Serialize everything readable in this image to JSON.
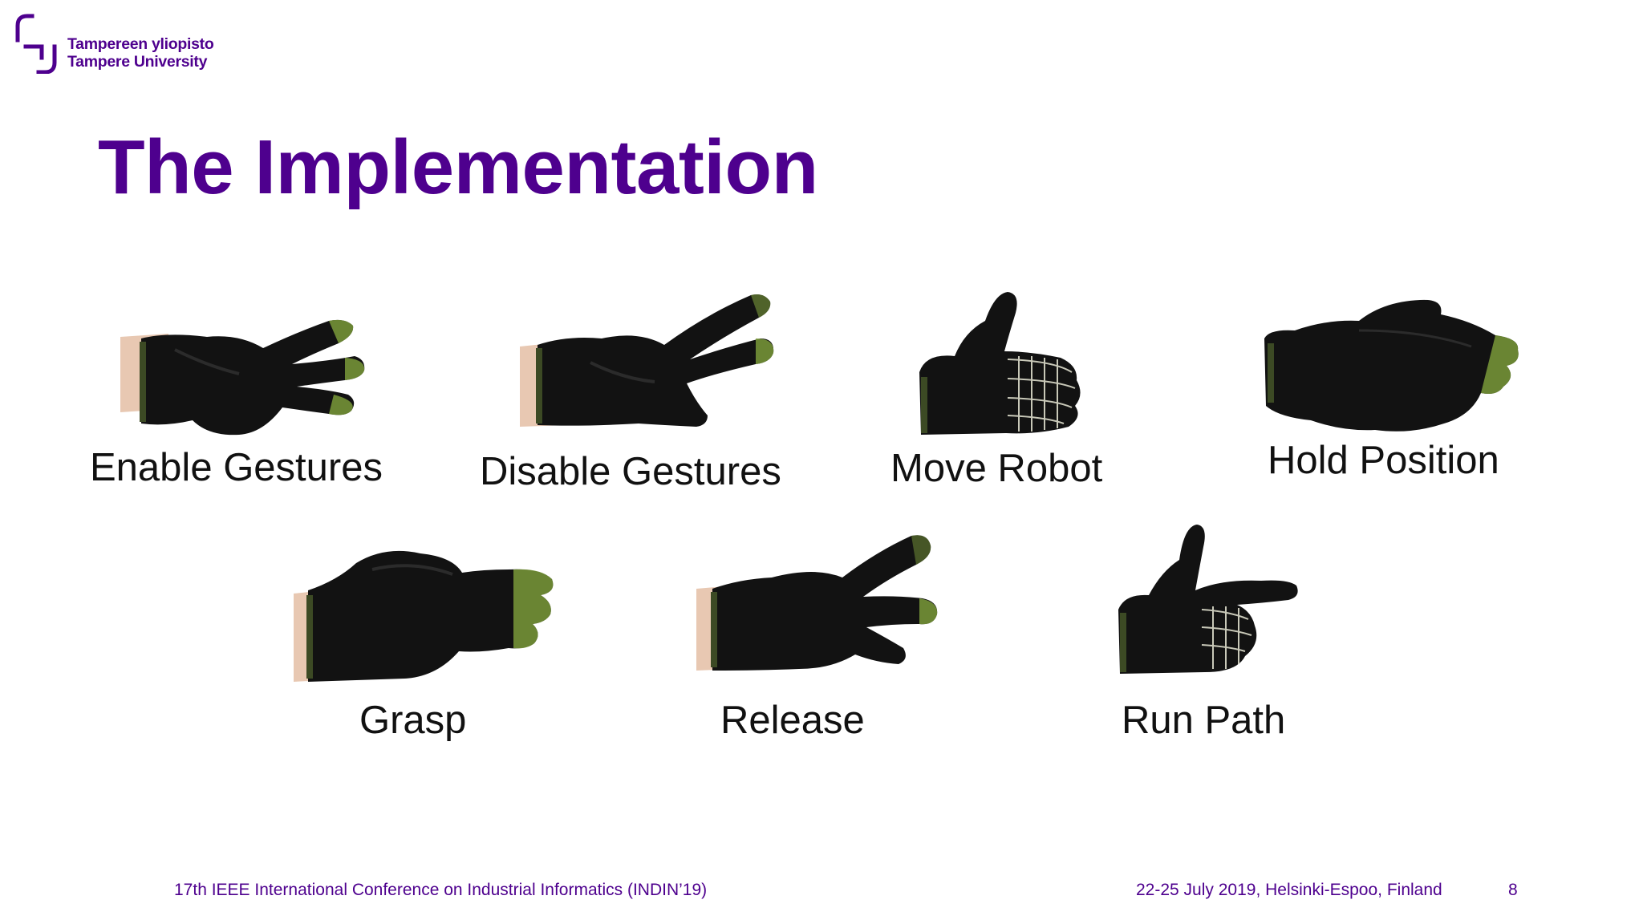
{
  "logo": {
    "line1": "Tampereen yliopisto",
    "line2": "Tampere University",
    "icon": "tampere-university-logo-icon"
  },
  "title": "The Implementation",
  "gestures": [
    {
      "label": "Enable Gestures",
      "icon": "glove-three-fingers-extended"
    },
    {
      "label": "Disable Gestures",
      "icon": "glove-two-fingers-extended"
    },
    {
      "label": "Move Robot",
      "icon": "glove-thumbs-up"
    },
    {
      "label": "Hold Position",
      "icon": "glove-flat-hand"
    },
    {
      "label": "Grasp",
      "icon": "glove-three-fingers-fist"
    },
    {
      "label": "Release",
      "icon": "glove-two-fingers-spread"
    },
    {
      "label": "Run Path",
      "icon": "glove-finger-gun"
    }
  ],
  "footer": {
    "conference": "17th IEEE International Conference on Industrial Informatics (INDIN’19)",
    "date_location": "22-25 July 2019, Helsinki-Espoo, Finland",
    "page_number": "8"
  },
  "colors": {
    "brand_purple": "#4e008e",
    "glove_black": "#121212",
    "glove_green": "#7a9a3a"
  }
}
